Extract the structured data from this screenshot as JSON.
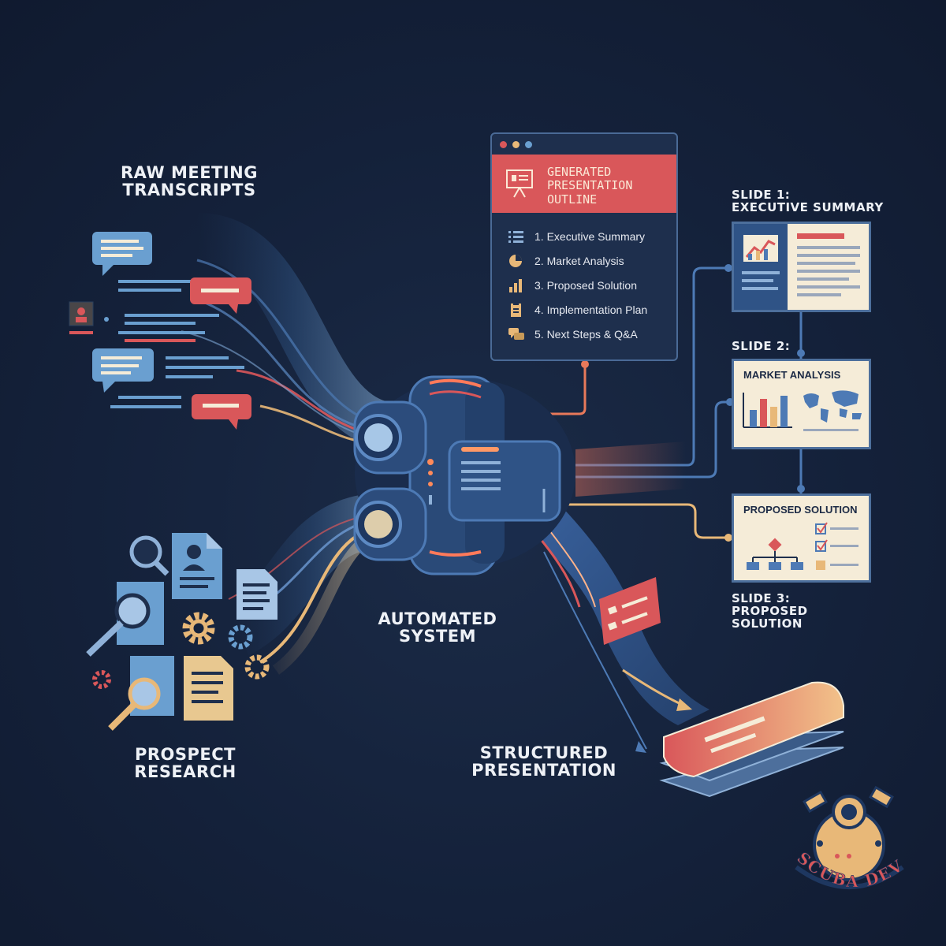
{
  "labels": {
    "raw_transcripts": [
      "RAW MEETING",
      "TRANSCRIPTS"
    ],
    "prospect_research": [
      "PROSPECT",
      "RESEARCH"
    ],
    "automated_system": [
      "AUTOMATED",
      "SYSTEM"
    ],
    "structured_presentation": [
      "STRUCTURED",
      "PRESENTATION"
    ],
    "slide1_caption": [
      "SLIDE 1:",
      "EXECUTIVE SUMMARY"
    ],
    "slide2_caption": "SLIDE 2:",
    "slide3_caption": [
      "SLIDE 3:",
      "PROPOSED",
      "SOLUTION"
    ]
  },
  "outline": {
    "title": [
      "GENERATED",
      "PRESENTATION",
      "OUTLINE"
    ],
    "items": [
      {
        "label": "1. Executive Summary",
        "icon": "list-icon"
      },
      {
        "label": "2. Market Analysis",
        "icon": "pie-chart-icon"
      },
      {
        "label": "3. Proposed Solution",
        "icon": "bar-chart-icon"
      },
      {
        "label": "4. Implementation Plan",
        "icon": "clipboard-icon"
      },
      {
        "label": "5. Next Steps & Q&A",
        "icon": "chat-icon"
      }
    ]
  },
  "slides": {
    "market_analysis_title": "MARKET ANALYSIS",
    "proposed_solution_title": "PROPOSED SOLUTION"
  },
  "logo": {
    "text": "SCUBA DEV"
  },
  "colors": {
    "background": "#14213a",
    "accent_red": "#d9575a",
    "accent_cream": "#f5ecd8",
    "accent_blue": "#4d6f9c",
    "accent_gold": "#e8b878"
  }
}
